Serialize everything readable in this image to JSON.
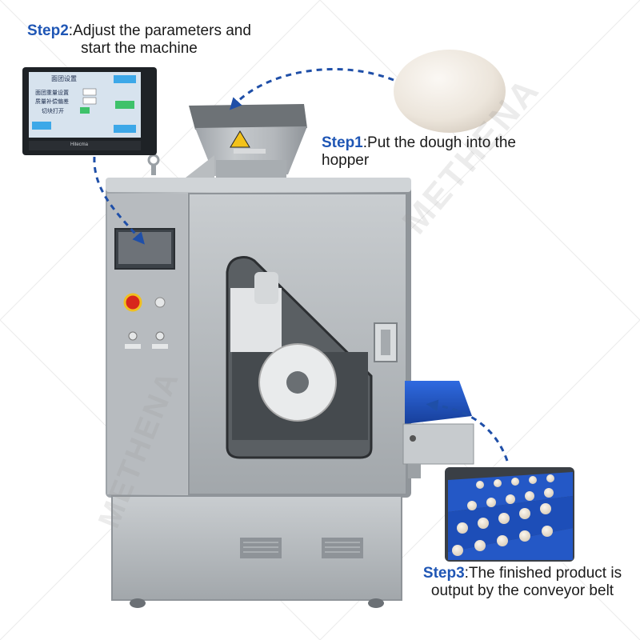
{
  "steps": {
    "step1": {
      "step": "Step1",
      "text": ":Put the dough into the hopper"
    },
    "step2": {
      "step": "Step2",
      "text": ":Adjust the parameters and start the machine"
    },
    "step3": {
      "step": "Step3",
      "text": ":The finished product is output by the conveyor belt"
    }
  },
  "watermark": "METHENA",
  "hmi": {
    "title": "面团设置",
    "row1": "面团重量设置",
    "row2": "质量补偿偏差",
    "row3": "切块打开",
    "brand": "Hitecma"
  },
  "colors": {
    "step_blue": "#1f56b5",
    "arrow_blue": "#1f4fa8",
    "steel": "#b5b9bd",
    "belt_blue": "#1f55c8",
    "estop_red": "#d8261c",
    "dough": "#efe9e1"
  },
  "icons": [
    "dough-ball",
    "hopper",
    "touch-screen",
    "emergency-stop-button",
    "selector-switch",
    "conveyor-belt"
  ]
}
